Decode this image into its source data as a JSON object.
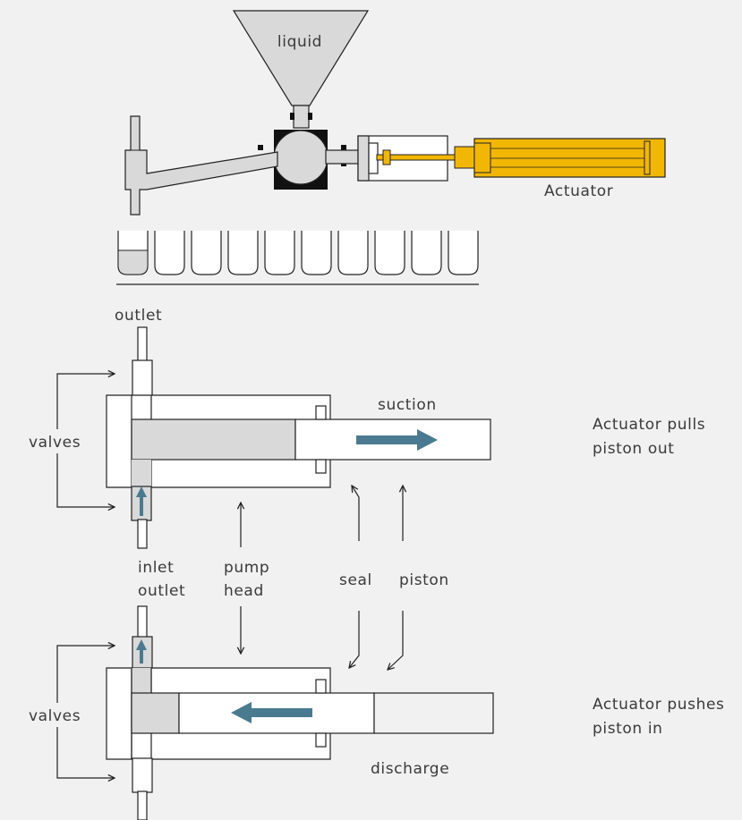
{
  "top": {
    "hopper_label": "liquid",
    "actuator_label": "Actuator"
  },
  "pump_out": {
    "outlet_label": "outlet",
    "valves_label": "valves",
    "flow_label": "suction",
    "description_line1": "Actuator pulls",
    "description_line2": "piston out"
  },
  "middle_labels": {
    "inlet": "inlet",
    "outlet": "outlet",
    "pump_head_line1": "pump",
    "pump_head_line2": "head",
    "seal": "seal",
    "piston": "piston"
  },
  "pump_in": {
    "valves_label": "valves",
    "flow_label": "discharge",
    "description_line1": "Actuator pushes",
    "description_line2": "piston in"
  },
  "colors": {
    "background": "#f1f1f1",
    "liquid_fill": "#d9d9d9",
    "flow_arrow": "#4a7a90",
    "actuator_body": "#f2b705",
    "valve_block": "#111111"
  }
}
